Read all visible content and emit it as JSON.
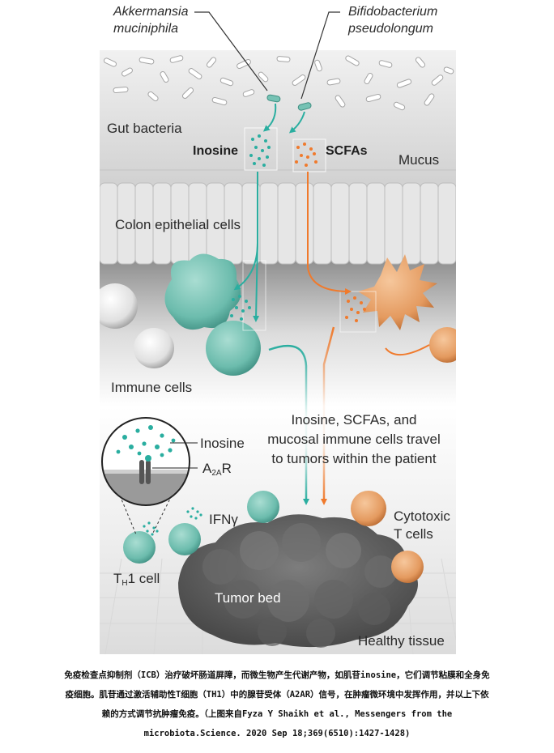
{
  "labels": {
    "akkermansia_line1": "Akkermansia",
    "akkermansia_line2": "muciniphila",
    "bifido_line1": "Bifidobacterium",
    "bifido_line2": "pseudolongum",
    "gut_bacteria": "Gut bacteria",
    "inosine": "Inosine",
    "scfas": "SCFAs",
    "mucus": "Mucus",
    "colon_epithelial": "Colon epithelial cells",
    "immune_cells": "Immune cells",
    "travel_line1": "Inosine, SCFAs, and",
    "travel_line2": "mucosal immune cells travel",
    "travel_line3": "to tumors within the patient",
    "inset_inosine": "Inosine",
    "a2ar_prefix": "A",
    "a2ar_sub": "2A",
    "a2ar_suffix": "R",
    "ifn": "IFNγ",
    "th1_prefix": "T",
    "th1_sub": "H",
    "th1_suffix": "1 cell",
    "cytotoxic_line1": "Cytotoxic",
    "cytotoxic_line2": "T cells",
    "tumor_bed": "Tumor bed",
    "healthy_tissue": "Healthy tissue"
  },
  "caption": {
    "line1": "免疫检查点抑制剂（ICB）治疗破坏肠道屏障，而微生物产生代谢产物，如肌苷inosine，它们调节粘膜和全身免",
    "line2": "疫细胞。肌苷通过激活辅助性T细胞（TH1）中的腺苷受体（A2AR）信号，在肿瘤微环境中发挥作用，并以上下依",
    "line3": "赖的方式调节抗肿瘤免疫。（上图来自Fyza Y Shaikh et al., Messengers from the",
    "line4": "microbiota.Science. 2020 Sep 18;369(6510):1427-1428)"
  },
  "colors": {
    "teal": "#2aaea0",
    "orange": "#f07a2c",
    "teal_cell": "#76c2b4",
    "orange_cell": "#e9a46e"
  }
}
